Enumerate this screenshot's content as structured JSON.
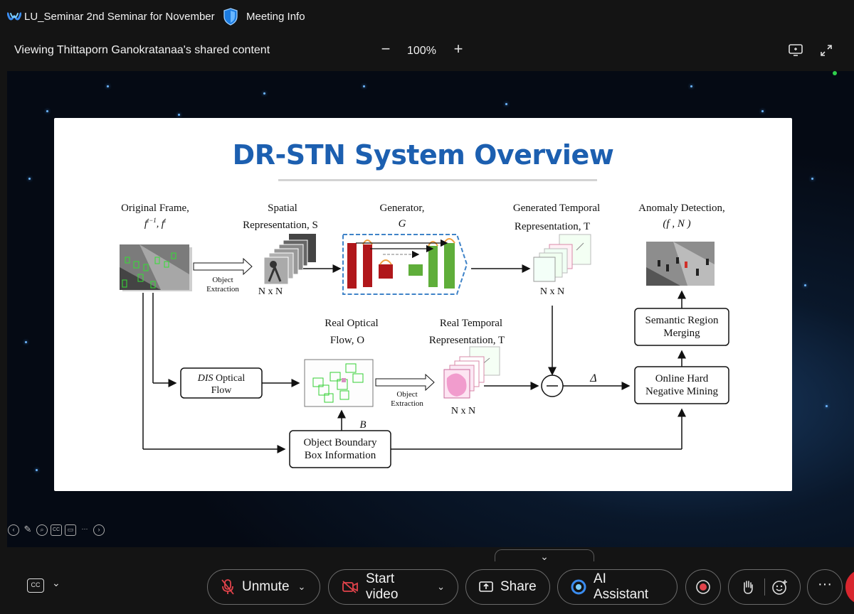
{
  "window": {
    "app_title": "LU_Seminar 2nd Seminar for November",
    "meeting_info_label": "Meeting Info"
  },
  "share_bar": {
    "viewing_text": "Viewing Thittaporn Ganokratanaa's shared content",
    "zoom_out_symbol": "−",
    "zoom_level": "100%",
    "zoom_in_symbol": "+"
  },
  "slide": {
    "title": "DR-STN System Overview",
    "labels": {
      "original_frame": "Original Frame,",
      "original_frame_sym": "f",
      "spatial_1": "Spatial",
      "spatial_2": "Representation, S",
      "generator_1": "Generator,",
      "generator_2": "G",
      "gen_temporal_1": "Generated Temporal",
      "gen_temporal_2": "Representation, T",
      "anomaly_1": "Anomaly Detection,",
      "anomaly_2": "(f , N )",
      "object_1": "Object",
      "extraction": "Extraction",
      "nxn": "N x N",
      "real_optical_1": "Real Optical",
      "real_optical_2": "Flow, O",
      "real_temporal_1": "Real Temporal",
      "real_temporal_2": "Representation, T",
      "dis_1": "DIS Optical",
      "dis_2": "Flow",
      "bt": "B",
      "obbox_1": "Object Boundary",
      "obbox_2": "Box Information",
      "delta": "Δ",
      "semantic_1": "Semantic Region",
      "semantic_2": "Merging",
      "ohnm_1": "Online Hard",
      "ohnm_2": "Negative Mining"
    }
  },
  "bottom_bar": {
    "cc_label": "CC",
    "unmute": "Unmute",
    "start_video": "Start video",
    "share": "Share",
    "ai_assistant": "AI Assistant",
    "more": "···"
  },
  "colors": {
    "accent_blue": "#1c5fb0",
    "generator_red": "#b0171b",
    "generator_green": "#5fae3a",
    "end_red": "#d8262e"
  }
}
